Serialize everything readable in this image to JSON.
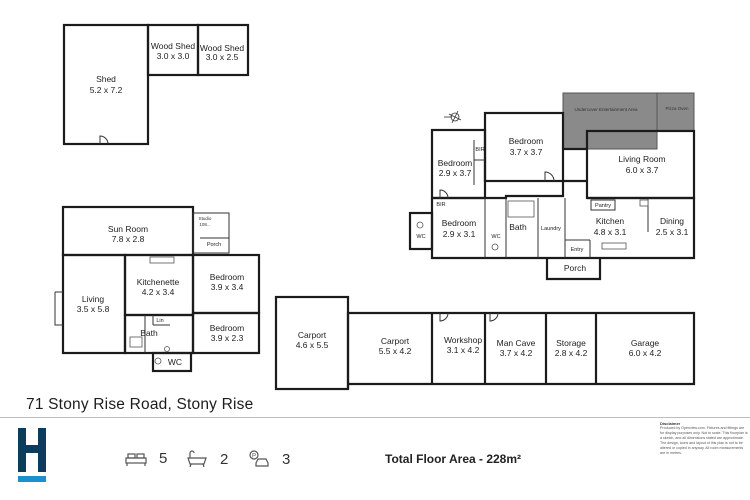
{
  "rooms": {
    "shed": {
      "name": "Shed",
      "size": "5.2 x 7.2"
    },
    "wood_shed_1": {
      "name": "Wood Shed",
      "size": "3.0 x 3.0"
    },
    "wood_shed_2": {
      "name": "Wood Shed",
      "size": "3.0 x 2.5"
    },
    "undercover": {
      "name": "Undercover Entertainment Area"
    },
    "pizza_oven": {
      "name": "Pizza Oven"
    },
    "bedroom_a": {
      "name": "Bedroom",
      "size": "3.7 x 3.7"
    },
    "bedroom_b": {
      "name": "Bedroom",
      "size": "2.9 x 3.7"
    },
    "bedroom_c": {
      "name": "Bedroom",
      "size": "2.9 x 3.1"
    },
    "living_room": {
      "name": "Living Room",
      "size": "6.0 x 3.7"
    },
    "kitchen": {
      "name": "Kitchen",
      "size": "4.8 x 3.1"
    },
    "dining": {
      "name": "Dining",
      "size": "2.5 x 3.1"
    },
    "bir": "BIR",
    "bir2": "BIR",
    "wc": "WC",
    "wc2": "WC",
    "bath": "Bath",
    "laundry": "Laundry",
    "pantry": "Pantry",
    "entry": "Entry",
    "porch": "Porch",
    "sun_room": {
      "name": "Sun Room",
      "size": "7.8 x 2.8"
    },
    "studio": {
      "name": "Studio",
      "size": "108..."
    },
    "porch_small": "Porch",
    "kitchenette": {
      "name": "Kitchenette",
      "size": "4.2 x 3.4"
    },
    "living": {
      "name": "Living",
      "size": "3.5 x 5.8"
    },
    "bedroom_d": {
      "name": "Bedroom",
      "size": "3.9 x 3.4"
    },
    "bedroom_e": {
      "name": "Bedroom",
      "size": "3.9 x 2.3"
    },
    "lin": "Lin",
    "bath2": "Bath",
    "wc3": "WC",
    "carport_1": {
      "name": "Carport",
      "size": "4.6 x 5.5"
    },
    "carport_2": {
      "name": "Carport",
      "size": "5.5 x 4.2"
    },
    "workshop": {
      "name": "Workshop",
      "size": "3.1 x 4.2"
    },
    "man_cave": {
      "name": "Man Cave",
      "size": "3.7 x 4.2"
    },
    "storage": {
      "name": "Storage",
      "size": "2.8 x 4.2"
    },
    "garage": {
      "name": "Garage",
      "size": "6.0 x 4.2"
    }
  },
  "address": "71 Stony Rise Road, Stony Rise",
  "features": {
    "bedrooms": "5",
    "bathrooms": "2",
    "parking": "3"
  },
  "total_floor_area": "Total Floor Area - 228m²",
  "disclaimer": {
    "title": "Disclaimer",
    "text": "Produced by Openview.com. Fixtures and fittings are for display purposes only. Not to scale. This floorplan is a sketch, and all dimensions stated are approximate. The design, icons and layout of this plan is not to be altered or copied in anyway. All room measurements are in metres."
  },
  "colors": {
    "brand": "#1b5e8c",
    "logo_dark": "#0d3b5c",
    "covered_area": "#8c8c8c"
  }
}
